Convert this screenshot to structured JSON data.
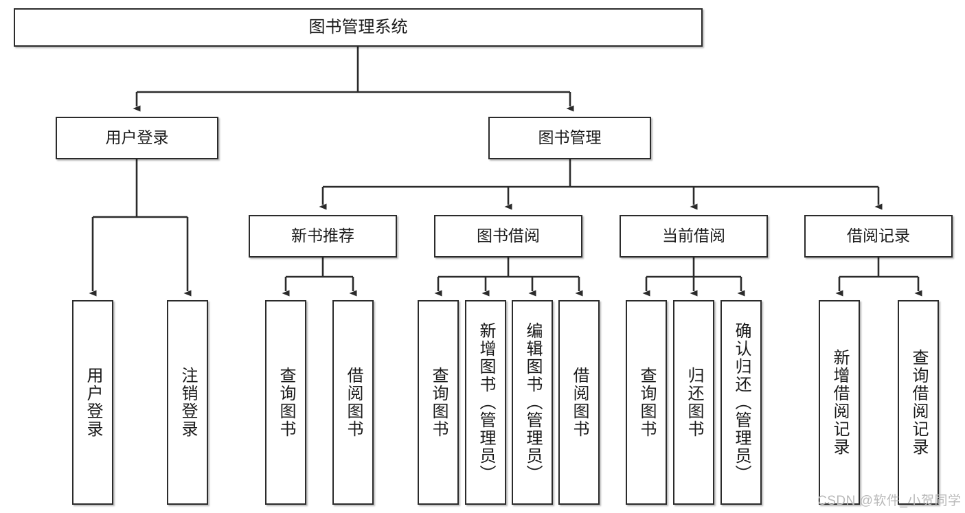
{
  "diagram": {
    "title_node": {
      "label": "图书管理系统"
    },
    "level1": [
      {
        "id": "user-login",
        "label": "用户登录"
      },
      {
        "id": "book-management",
        "label": "图书管理"
      }
    ],
    "level2": [
      {
        "id": "new-book-recommend",
        "label": "新书推荐"
      },
      {
        "id": "book-borrow",
        "label": "图书借阅"
      },
      {
        "id": "current-borrow",
        "label": "当前借阅"
      },
      {
        "id": "borrow-record",
        "label": "借阅记录"
      }
    ],
    "leaves": [
      {
        "id": "leaf-user-login",
        "label": "用户登录",
        "parent": "user-login"
      },
      {
        "id": "leaf-logout-login",
        "label": "注销登录",
        "parent": "user-login"
      },
      {
        "id": "leaf-query-book-1",
        "label": "查询图书",
        "parent": "new-book-recommend"
      },
      {
        "id": "leaf-borrow-book-1",
        "label": "借阅图书",
        "parent": "new-book-recommend"
      },
      {
        "id": "leaf-query-book-2",
        "label": "查询图书",
        "parent": "book-borrow"
      },
      {
        "id": "leaf-add-book",
        "label": "新增图书（管理员）",
        "parent": "book-borrow"
      },
      {
        "id": "leaf-edit-book",
        "label": "编辑图书（管理员）",
        "parent": "book-borrow"
      },
      {
        "id": "leaf-borrow-book-2",
        "label": "借阅图书",
        "parent": "book-borrow"
      },
      {
        "id": "leaf-query-book-3",
        "label": "查询图书",
        "parent": "current-borrow"
      },
      {
        "id": "leaf-return-book",
        "label": "归还图书",
        "parent": "current-borrow"
      },
      {
        "id": "leaf-confirm-return",
        "label": "确认归还（管理员）",
        "parent": "current-borrow"
      },
      {
        "id": "leaf-add-record",
        "label": "新增借阅记录",
        "parent": "borrow-record"
      },
      {
        "id": "leaf-query-record",
        "label": "查询借阅记录",
        "parent": "borrow-record"
      }
    ],
    "watermark": "CSDN @软件_小贺同学",
    "colors": {
      "stroke": "#2b2b2b",
      "fill": "#ffffff",
      "text": "#1a1a1a",
      "watermark": "#b9b9b9"
    }
  }
}
